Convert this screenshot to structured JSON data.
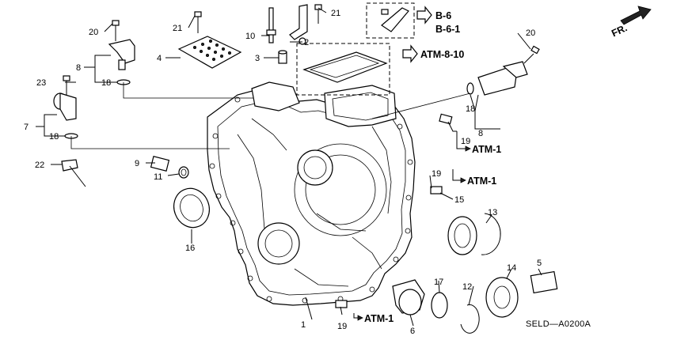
{
  "callouts": [
    {
      "id": "c1",
      "text": "1"
    },
    {
      "id": "c2",
      "text": "2"
    },
    {
      "id": "c3",
      "text": "3"
    },
    {
      "id": "c4",
      "text": "4"
    },
    {
      "id": "c5",
      "text": "5"
    },
    {
      "id": "c6",
      "text": "6"
    },
    {
      "id": "c7",
      "text": "7"
    },
    {
      "id": "c8a",
      "text": "8"
    },
    {
      "id": "c8b",
      "text": "8"
    },
    {
      "id": "c9",
      "text": "9"
    },
    {
      "id": "c10",
      "text": "10"
    },
    {
      "id": "c11",
      "text": "11"
    },
    {
      "id": "c12",
      "text": "12"
    },
    {
      "id": "c13",
      "text": "13"
    },
    {
      "id": "c14",
      "text": "14"
    },
    {
      "id": "c15",
      "text": "15"
    },
    {
      "id": "c16",
      "text": "16"
    },
    {
      "id": "c17",
      "text": "17"
    },
    {
      "id": "c18a",
      "text": "18"
    },
    {
      "id": "c18b",
      "text": "18"
    },
    {
      "id": "c18c",
      "text": "18"
    },
    {
      "id": "c19a",
      "text": "19"
    },
    {
      "id": "c19b",
      "text": "19"
    },
    {
      "id": "c19c",
      "text": "19"
    },
    {
      "id": "c20a",
      "text": "20"
    },
    {
      "id": "c20b",
      "text": "20"
    },
    {
      "id": "c21a",
      "text": "21"
    },
    {
      "id": "c21b",
      "text": "21"
    },
    {
      "id": "c22",
      "text": "22"
    },
    {
      "id": "c23",
      "text": "23"
    }
  ],
  "references": {
    "b6": "B-6",
    "b61": "B-6-1",
    "atm810": "ATM-8-10",
    "atm1_a": "ATM-1",
    "atm1_b": "ATM-1",
    "atm1_c": "ATM-1"
  },
  "orientation_label": "FR.",
  "diagram_code": "SELD—A0200A"
}
